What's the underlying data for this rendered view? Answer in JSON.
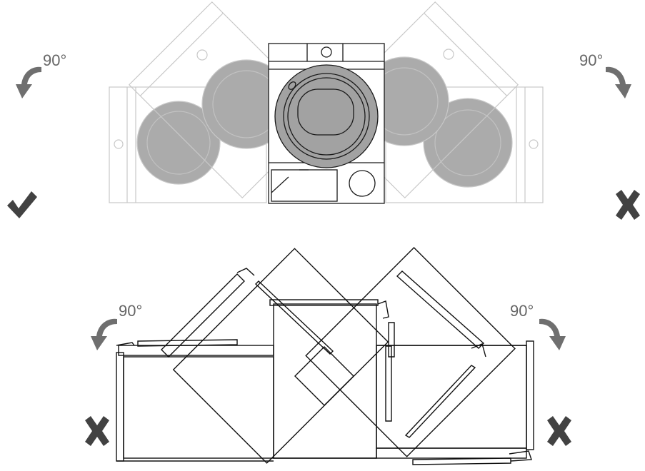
{
  "figure": {
    "top_left_angle": "90°",
    "top_right_angle": "90°",
    "bottom_left_angle": "90°",
    "bottom_right_angle": "90°"
  },
  "icons": {
    "top_left_arrow": "rotate-counterclockwise-arrow-icon",
    "top_right_arrow": "rotate-clockwise-arrow-icon",
    "top_left_status": "checkmark-icon",
    "top_right_status": "cross-icon",
    "bottom_left_status": "cross-icon",
    "bottom_right_status": "cross-icon"
  },
  "colors": {
    "arrow": "#6f6f6f",
    "status_mark": "#424242",
    "drum_fill": "#a2a2a2",
    "ghost_outline": "#c8c8c8"
  }
}
